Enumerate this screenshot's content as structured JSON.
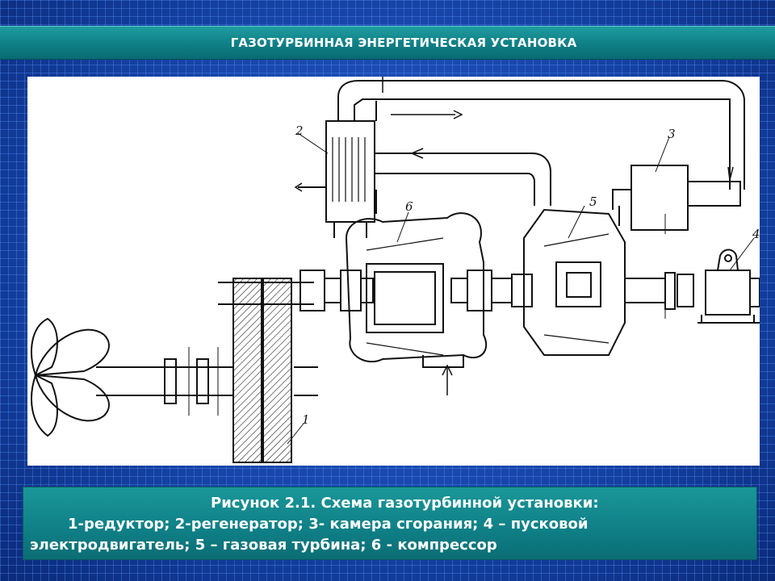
{
  "slide": {
    "title": "ГАЗОТУРБИННАЯ ЭНЕРГЕТИЧЕСКАЯ УСТАНОВКА"
  },
  "diagram": {
    "labels": {
      "l1": "1",
      "l2": "2",
      "l3": "3",
      "l4": "4",
      "l5": "5",
      "l6": "6"
    }
  },
  "caption": {
    "line1": "Рисунок 2.1. Схема газотурбинной установки:",
    "line2": "1-редуктор; 2-регенератор; 3- камера сгорания; 4 – пусковой",
    "line3": "электродвигатель;  5 – газовая турбина; 6 - компрессор"
  },
  "colors": {
    "background": "#0f3f9e",
    "bar": "#0f7f86",
    "text": "#ffffff"
  }
}
